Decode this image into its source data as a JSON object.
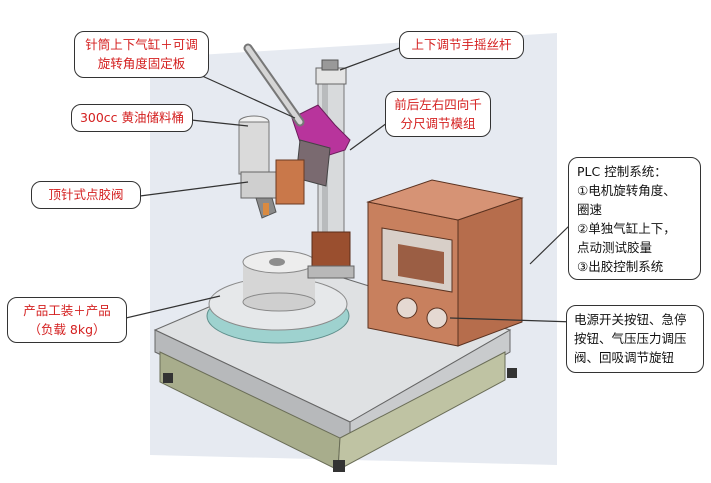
{
  "labels": {
    "needle_cylinder": [
      "针筒上下气缸＋可调",
      "旋转角度固定板"
    ],
    "grease_tank": "300cc 黄油储料桶",
    "valve": "顶针式点胶阀",
    "fixture": [
      "产品工装＋产品",
      "（负载 8kg）"
    ],
    "screw_rod": "上下调节手摇丝杆",
    "module": [
      "前后左右四向千",
      "分尺调节模组"
    ],
    "plc": [
      "PLC 控制系统：",
      "①电机旋转角度、",
      "圈速",
      "②单独气缸上下，",
      "点动测试胶量",
      "③出胶控制系统"
    ],
    "buttons": [
      "电源开关按钮、急停",
      "按钮、气压压力调压",
      "阀、回吸调节旋钮"
    ]
  },
  "colors": {
    "callout_red": "#d42020",
    "callout_black": "#111111",
    "machine_gray": "#d2d4d6",
    "base_olive": "#a8ad8c",
    "cabinet_copper": "#c8805e",
    "turntable_teal": "#9ed2cf",
    "clamp_magenta": "#b8349c"
  }
}
